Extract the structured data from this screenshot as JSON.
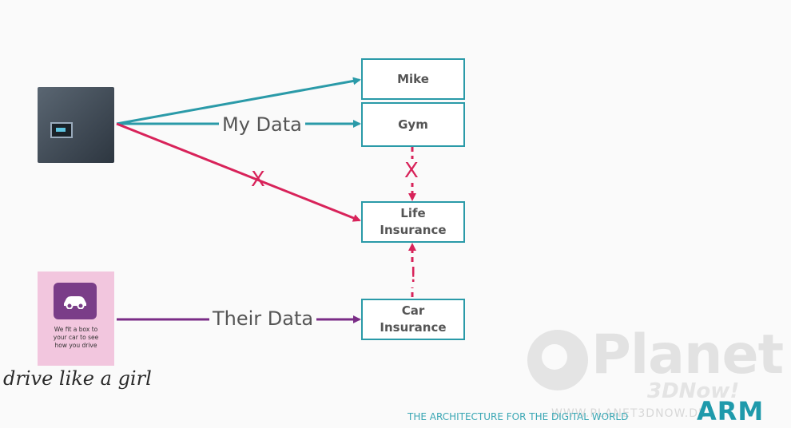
{
  "nodes": {
    "mike": "Mike",
    "gym": "Gym",
    "life_line1": "Life",
    "life_line2": "Insurance",
    "car_line1": "Car",
    "car_line2": "Insurance"
  },
  "edges": {
    "my_data": "My Data",
    "their_data": "Their Data",
    "blocked_mark": "X",
    "warning_mark": "!"
  },
  "card": {
    "text_line1": "We fit a box to",
    "text_line2": "your car to see",
    "text_line3": "how you drive"
  },
  "slogan": "drive like a girl",
  "footer": {
    "tagline": "THE ARCHITECTURE FOR THE DIGITAL WORLD",
    "brand": "ARM"
  },
  "watermark": {
    "name": "Planet",
    "sub": "3DNow!",
    "url": "WWW.PLANET3DNOW.DE"
  },
  "colors": {
    "teal": "#2a9aa8",
    "crimson": "#d8235a",
    "purple": "#7a2c86",
    "text_gray": "#555555"
  }
}
